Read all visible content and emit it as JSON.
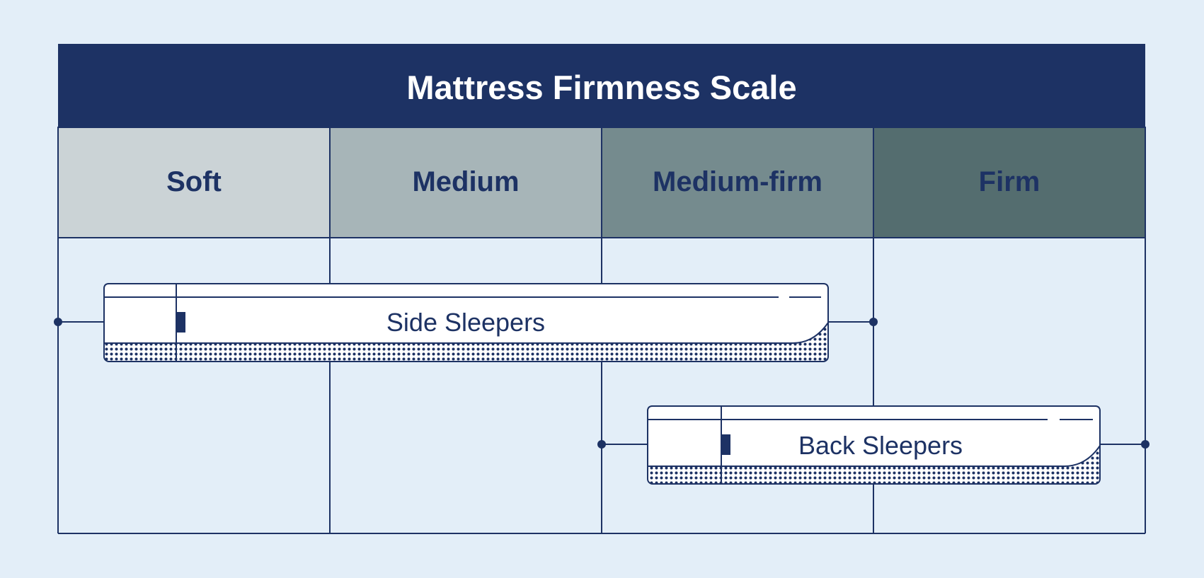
{
  "title": "Mattress Firmness Scale",
  "levels": [
    {
      "label": "Soft",
      "color": "#cbd3d6"
    },
    {
      "label": "Medium",
      "color": "#a7b5b8"
    },
    {
      "label": "Medium-firm",
      "color": "#758b8e"
    },
    {
      "label": "Firm",
      "color": "#546d6f"
    }
  ],
  "ranges": [
    {
      "label": "Side Sleepers",
      "from": "Soft",
      "to": "Medium-firm"
    },
    {
      "label": "Back Sleepers",
      "from": "Medium-firm",
      "to": "Firm"
    }
  ],
  "colors": {
    "background": "#e3eef8",
    "header": "#1d3264",
    "line": "#1d3264",
    "bar_fill": "#ffffff"
  }
}
